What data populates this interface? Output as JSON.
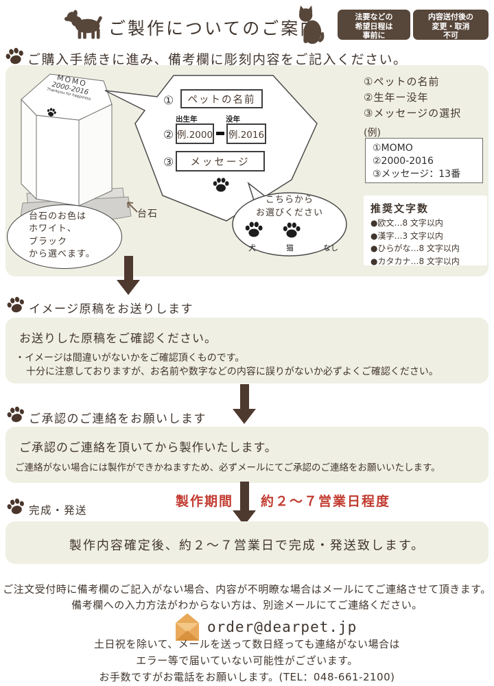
{
  "colors": {
    "badge_bg": "#57463a",
    "arrow": "#4e392e",
    "accent_red": "#c23b30",
    "section_box_bg": "#f0efe3",
    "text": "#4b3b30",
    "envelope_orange": "#e8a958",
    "base_gray": "#d2d1cd"
  },
  "header": {
    "title": "ご製作についてのご案内",
    "badge1": {
      "line1": "法要などの",
      "line2": "希望日程は",
      "line3": "事前に"
    },
    "badge2": {
      "line1": "内容送付後の",
      "line2": "変更・取消",
      "line3": "不可"
    }
  },
  "step1": {
    "heading": "ご購入手続きに進み、備考欄に彫刻内容をご記入ください。",
    "stone": {
      "line1": "MOMO",
      "line2": "2000-2016",
      "line3": "Thankyou for happiness"
    },
    "base_label": "台石",
    "base_bubble": {
      "l1": "台石のお色は",
      "l2": "ホワイト、",
      "l3": "ブラック",
      "l4": "から選べます。"
    },
    "form": {
      "no1": "①",
      "field1": "ペットの名前",
      "no2": "②",
      "birth_label": "出生年",
      "death_label": "没年",
      "birth_example": "例.2000",
      "death_example": "例.2016",
      "no3": "③",
      "field3": "メッセージ"
    },
    "choose_bubble": {
      "l1": "こちらから",
      "l2": "お選びください",
      "opt1": "犬",
      "opt2": "猫",
      "opt3": "なし"
    },
    "legend": {
      "l1": "①ペットの名前",
      "l2": "②生年ー没年",
      "l3": "③メッセージの選択"
    },
    "example_label": "(例)",
    "example_box": {
      "l1": "①MOMO",
      "l2": "②2000-2016",
      "l3": "③メッセージ：13番"
    },
    "recommend": {
      "title": "推奨文字数",
      "i1": "●欧文…8 文字以内",
      "i2": "●漢字…3 文字以内",
      "i3": "●ひらがな…8 文字以内",
      "i4": "●カタカナ…8 文字以内"
    }
  },
  "step2": {
    "heading": "イメージ原稿をお送りします",
    "line1": "お送りした原稿をご確認ください。",
    "line2": "・イメージは間違いがないかをご確認頂くものです。",
    "line3": "十分に注意しておりますが、お名前や数字などの内容に誤りがないか必ずよくご確認ください。"
  },
  "step3": {
    "heading": "ご承認のご連絡をお願いします",
    "line1": "ご承認のご連絡を頂いてから製作いたします。",
    "line2": "ご連絡がない場合には製作ができかねますため、必ずメールにてご承認のご連絡をお願いいたします。"
  },
  "step4": {
    "heading": "完成・発送",
    "period_label": "製作期間",
    "period_value": "約２～７営業日程度",
    "box_text": "製作内容確定後、約２～７営業日で完成・発送致します。"
  },
  "footer": {
    "note1": "ご注文受付時に備考欄のご記入がない場合、内容が不明瞭な場合はメールにてご連絡させて頂きます。",
    "note2": "備考欄への入力方法がわからない方は、別途メールにてご連絡ください。",
    "email": "order@dearpet.jp",
    "note3": "土日祝を除いて、メールを送って数日経っても連絡がない場合は",
    "note4": "エラー等で届いていない可能性がございます。",
    "note5": "お手数ですがお電話をお願いします。(TEL：048-661-2100)"
  }
}
